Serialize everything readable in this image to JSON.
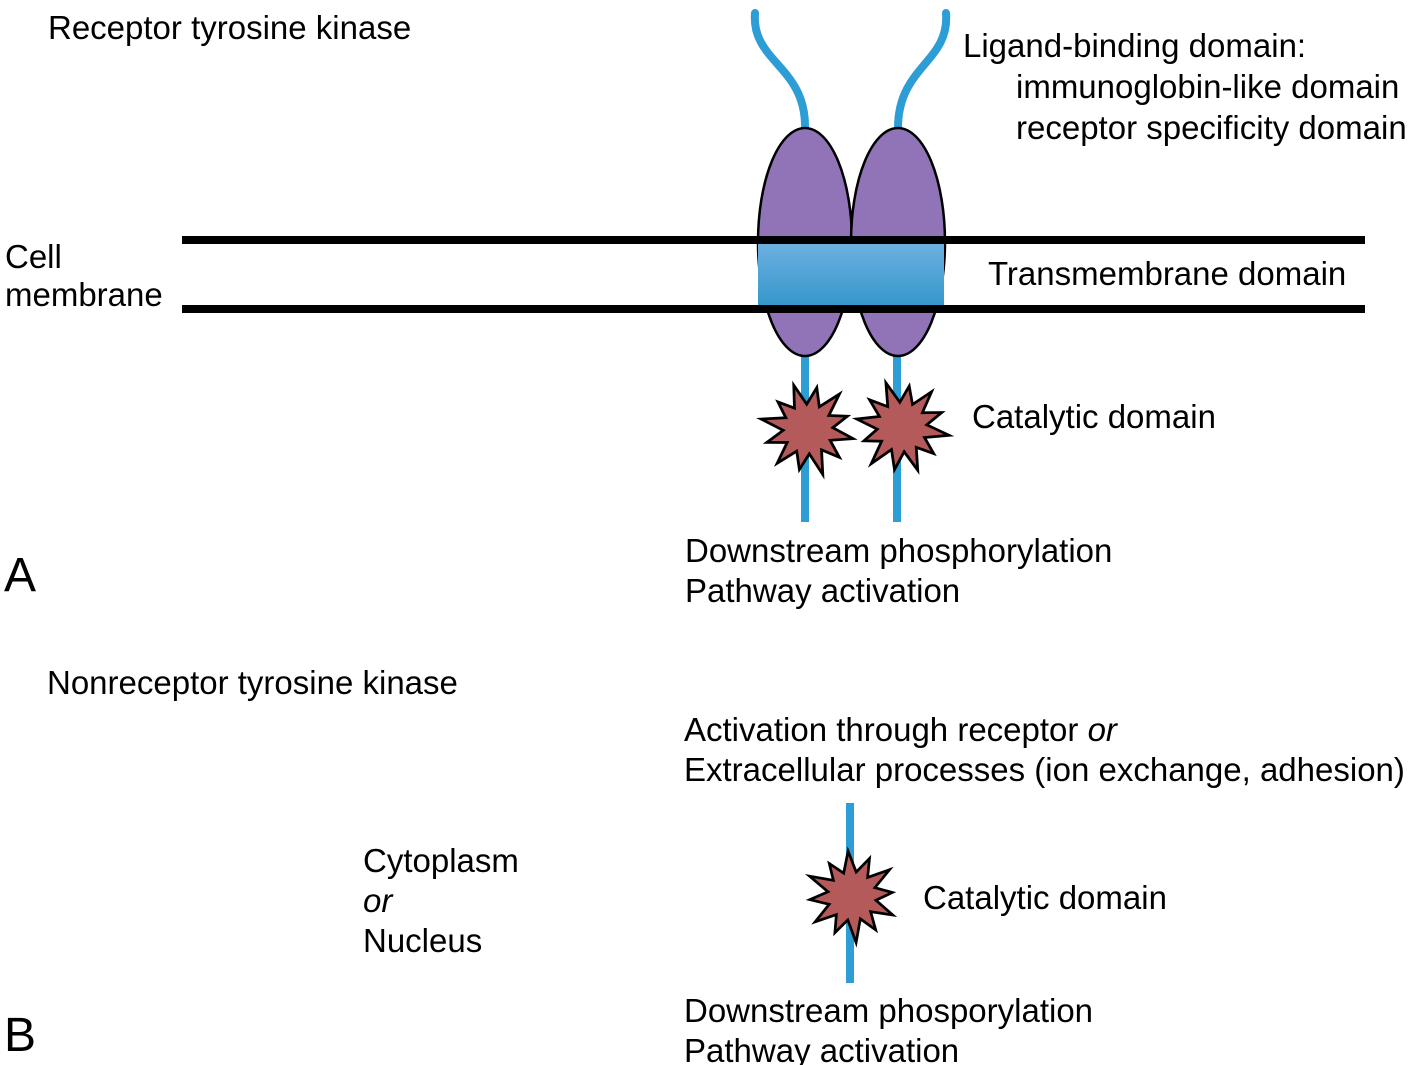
{
  "colors": {
    "receptor_purple": "#9173b8",
    "transmembrane_top": "#73b3e3",
    "transmembrane_bottom": "#2f94c8",
    "chain_blue": "#2d9dd6",
    "catalytic_red": "#b45a5a",
    "membrane_black": "#000000"
  },
  "panel_a": {
    "label": "A",
    "title": "Receptor tyrosine kinase",
    "cell_membrane": {
      "line1": "Cell",
      "line2": "membrane"
    },
    "ligand_binding": {
      "heading": "Ligand-binding domain:",
      "item1": "immunoglobin-like domain",
      "item2": "receptor specificity domain"
    },
    "transmembrane_label": "Transmembrane domain",
    "catalytic_label": "Catalytic domain",
    "downstream": {
      "line1": "Downstream phosphorylation",
      "line2": "Pathway activation"
    }
  },
  "panel_b": {
    "label": "B",
    "title": "Nonreceptor tyrosine kinase",
    "activation": {
      "line1_text": "Activation through receptor ",
      "line1_or": "or",
      "line2": "Extracellular processes (ion exchange, adhesion)"
    },
    "location": {
      "line1": "Cytoplasm",
      "line2_or": "or",
      "line3": "Nucleus"
    },
    "catalytic_label": "Catalytic domain",
    "downstream": {
      "line1": "Downstream phosporylation",
      "line2": "Pathway activation"
    }
  }
}
